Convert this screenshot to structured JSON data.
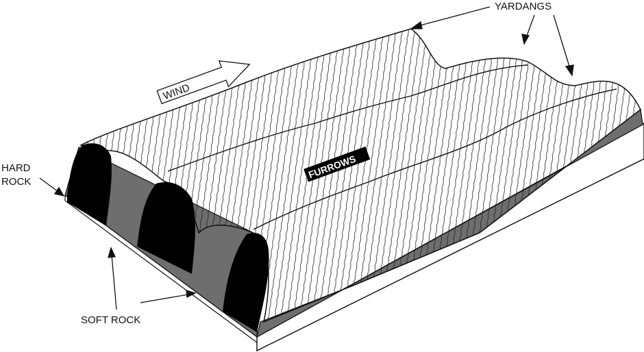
{
  "labels": {
    "yardangs": "YARDANGS",
    "wind": "WIND",
    "hard_rock_line1": "HARD",
    "hard_rock_line2": "ROCK",
    "furrows": "FURROWS",
    "soft_rock": "SOFT ROCK"
  },
  "colors": {
    "hard_rock": "#000000",
    "soft_rock": "#6e6e6e",
    "surface": "#ffffff",
    "line": "#111111"
  }
}
